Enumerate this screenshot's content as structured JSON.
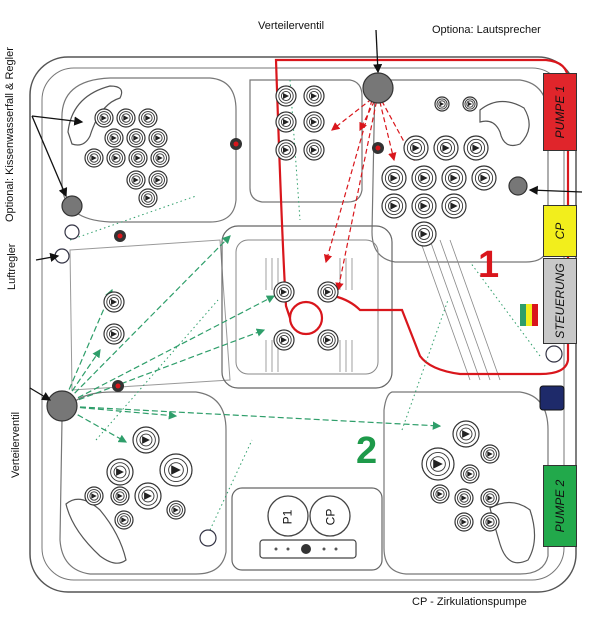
{
  "labels": {
    "verteilerventil_top": "Verteilerventil",
    "lautsprecher": "Optiona: Lautsprecher",
    "kissen": "Optional: Kissenwasserfall & Regler",
    "luftregler": "Luftregler",
    "verteilerventil_left": "Verteilerventil",
    "cp_note": "CP - Zirkulationspumpe"
  },
  "side_panel": {
    "pumpe1": "PUMPE 1",
    "cp": "CP",
    "steuerung": "STEUERUNG",
    "pumpe2": "PUMPE 2"
  },
  "circuits": {
    "circuit1": "1",
    "circuit2": "2"
  },
  "equipment": {
    "p1": "P1",
    "cp": "CP"
  },
  "colors": {
    "pumpe1": "#e0252b",
    "cp": "#f2ee1c",
    "steuerung": "#c8c8c8",
    "pumpe2": "#22a94b",
    "circuit_red": "#d9161c",
    "circuit_green": "#1e9a4a",
    "flow_green": "#2e9e6a",
    "flow_red": "#d9161c"
  }
}
